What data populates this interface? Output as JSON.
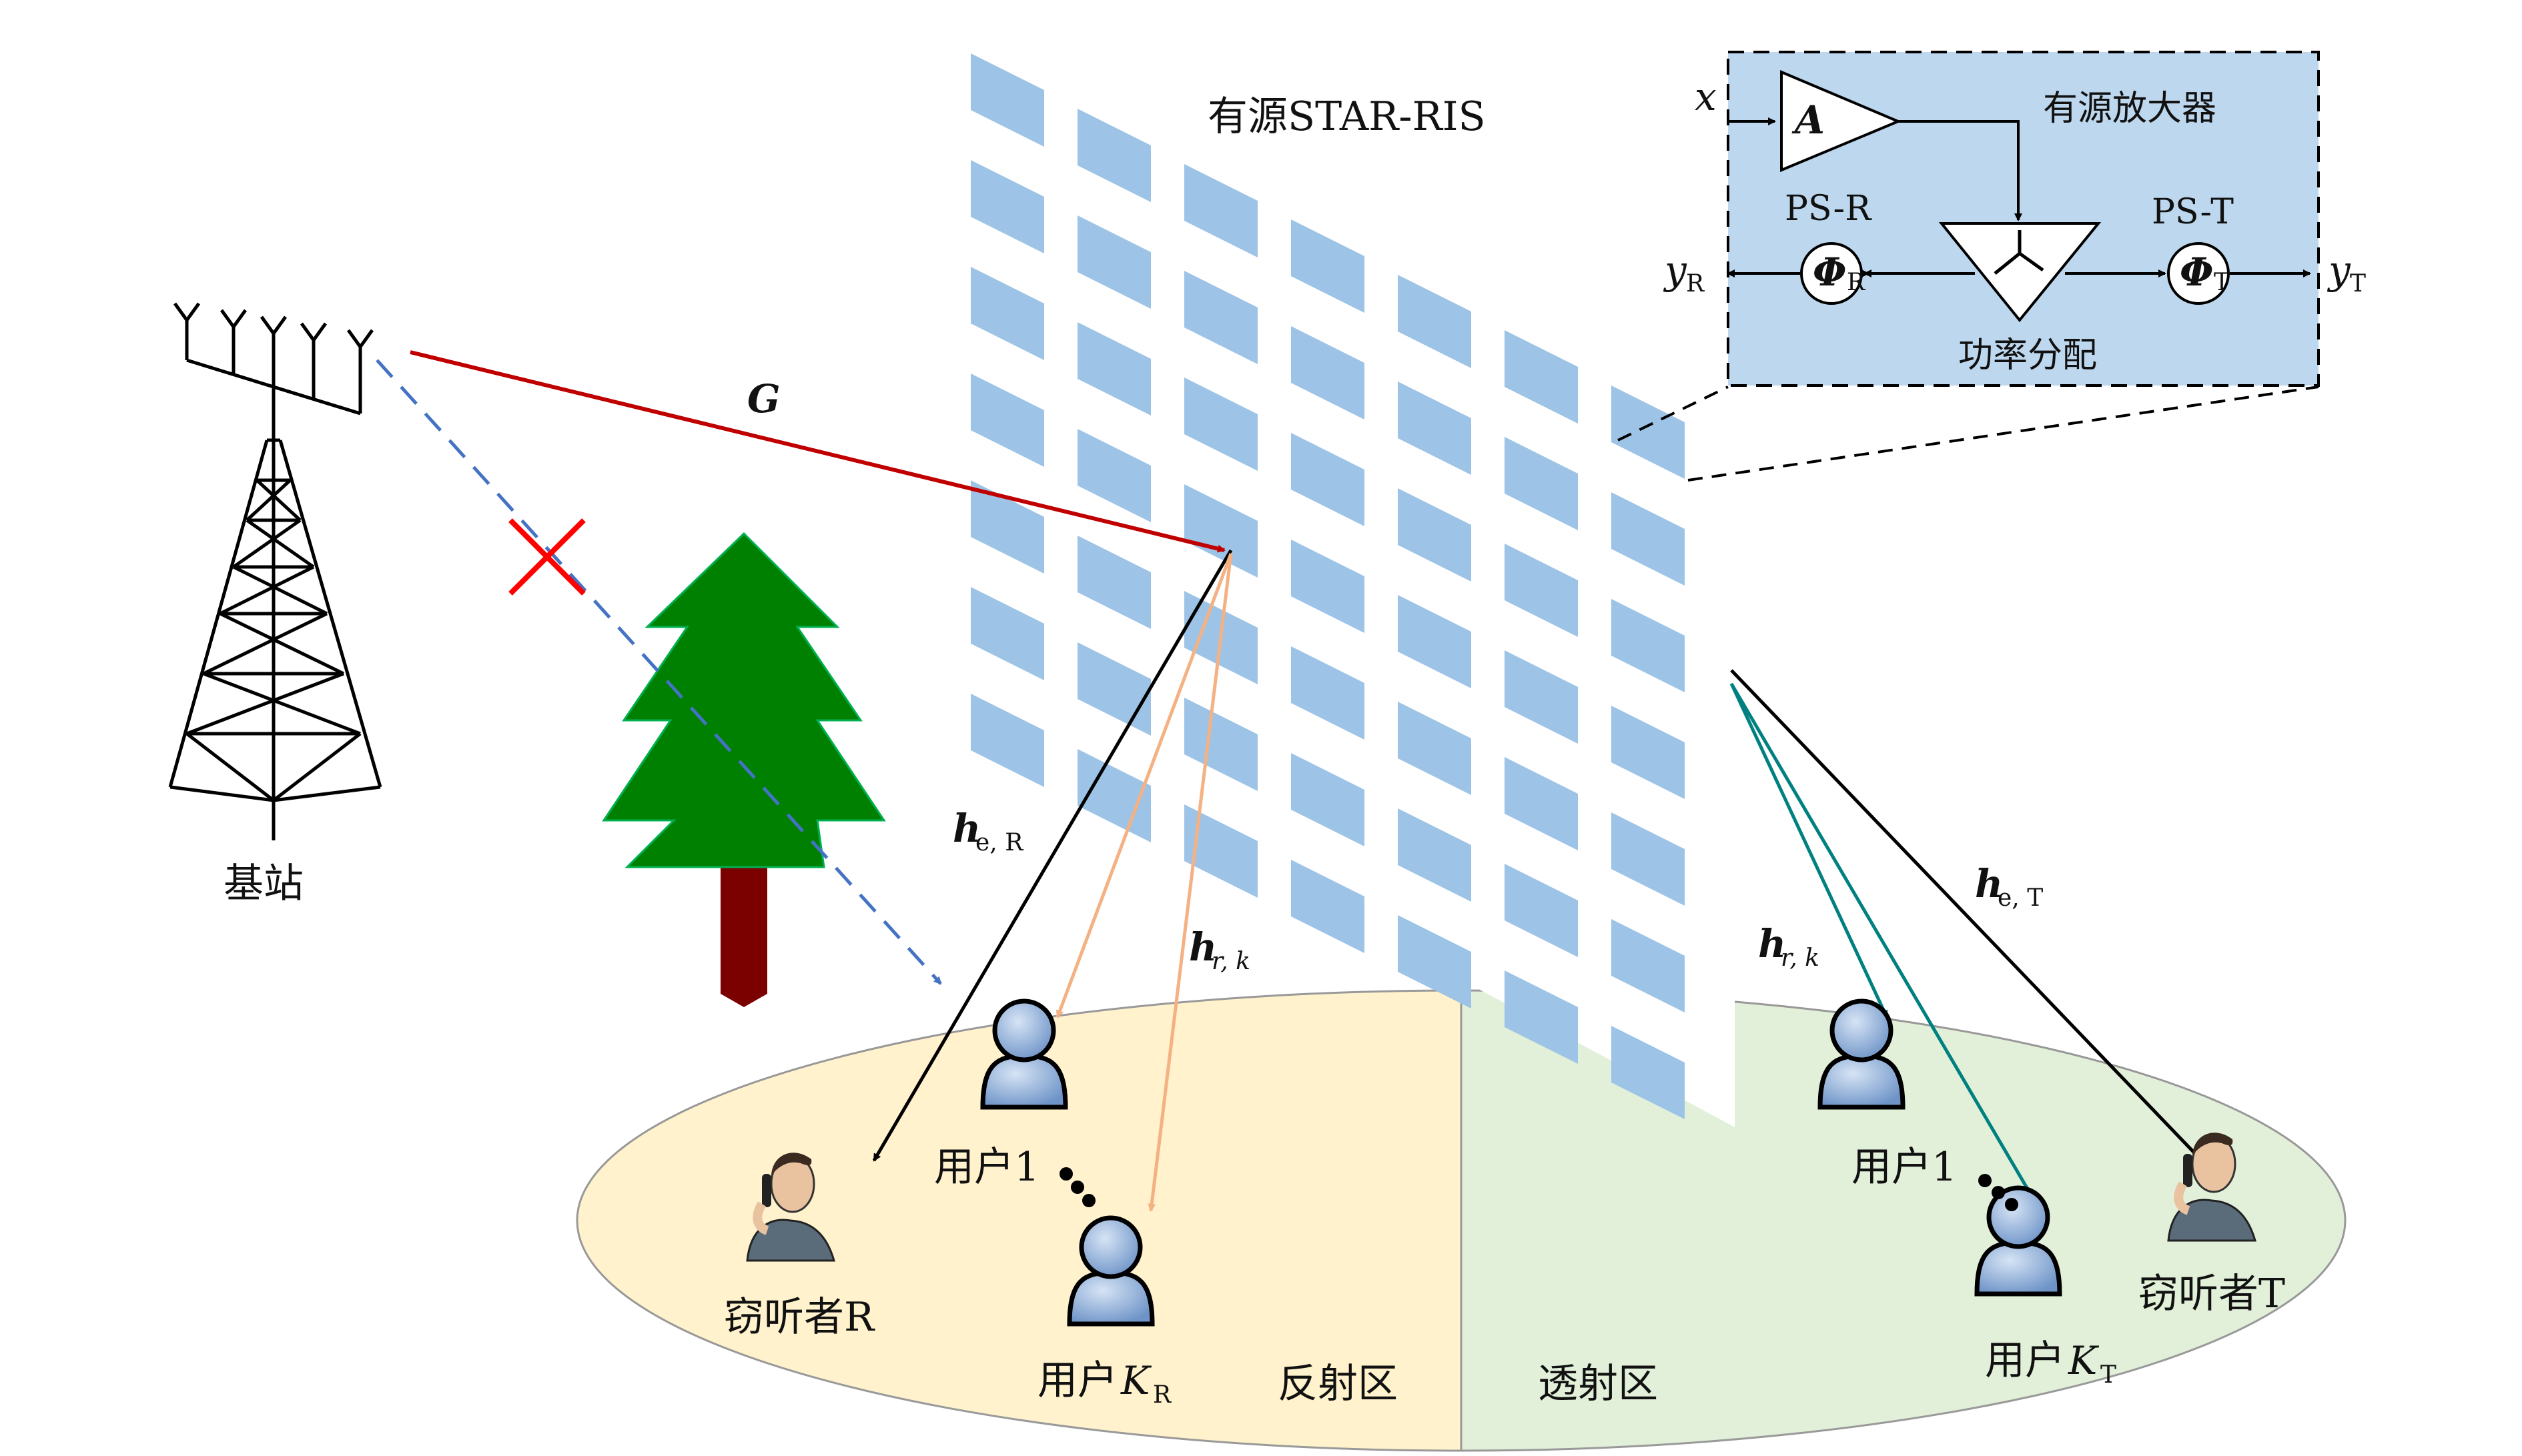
{
  "labels": {
    "base_station": "基站",
    "ris_title": "有源STAR-RIS",
    "amplifier": "有源放大器",
    "ps_r": "PS-R",
    "ps_t": "PS-T",
    "power_split": "功率分配",
    "reflect_zone": "反射区",
    "transmit_zone": "透射区",
    "eve_r": "窃听者R",
    "eve_t": "窃听者T",
    "user1_r": "用户1",
    "user_k_r_prefix": "用户",
    "user1_t": "用户1",
    "user_k_t_prefix": "用户"
  },
  "symbols": {
    "x": "x",
    "A": "A",
    "phi": "Φ",
    "y": "y",
    "sub_R": "R",
    "sub_T": "T",
    "G": "G",
    "h": "h",
    "sub_eR": "e, R",
    "sub_eT": "e, T",
    "sub_rk": "r, k",
    "K": "K"
  },
  "colors": {
    "red_link": "#c00000",
    "blue_dashed": "#4472c4",
    "orange_link": "#f4b183",
    "teal_link": "#008080",
    "black_link": "#000000",
    "ris_tile": "#9dc3e6",
    "box_fill": "#bdd7ee",
    "reflect_fill": "#fff2cc",
    "transmit_fill": "#e2f0d9",
    "tree_green": "#008000",
    "trunk": "#7b0000",
    "user_blue": "#8eb4e3"
  },
  "icons": [
    "tower-icon",
    "tree-icon",
    "user-icon",
    "eavesdropper-icon",
    "blocked-x-icon",
    "amplifier-triangle-icon",
    "phase-shifter-icon"
  ]
}
